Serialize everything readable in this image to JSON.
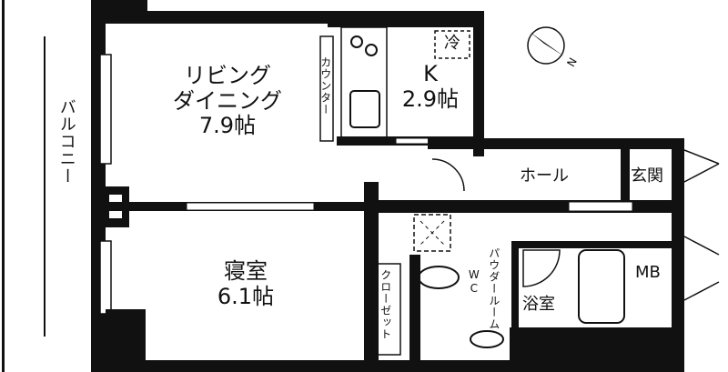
{
  "rooms": {
    "ldk": {
      "line1": "リビング",
      "line2": "ダイニング",
      "size": "7.9帖"
    },
    "kitchen": {
      "name": "K",
      "size": "2.9帖"
    },
    "fridge": "冷",
    "counter": "カウンター",
    "balcony": "バルコニー",
    "hall": "ホール",
    "entrance": "玄関",
    "mb": "MB",
    "bedroom": {
      "name": "寝室",
      "size": "6.1帖"
    },
    "closet": "クローゼット",
    "powder_room": "パウダールーム",
    "wc": "WC",
    "bath": "浴室"
  },
  "compass": {
    "label": "N"
  }
}
